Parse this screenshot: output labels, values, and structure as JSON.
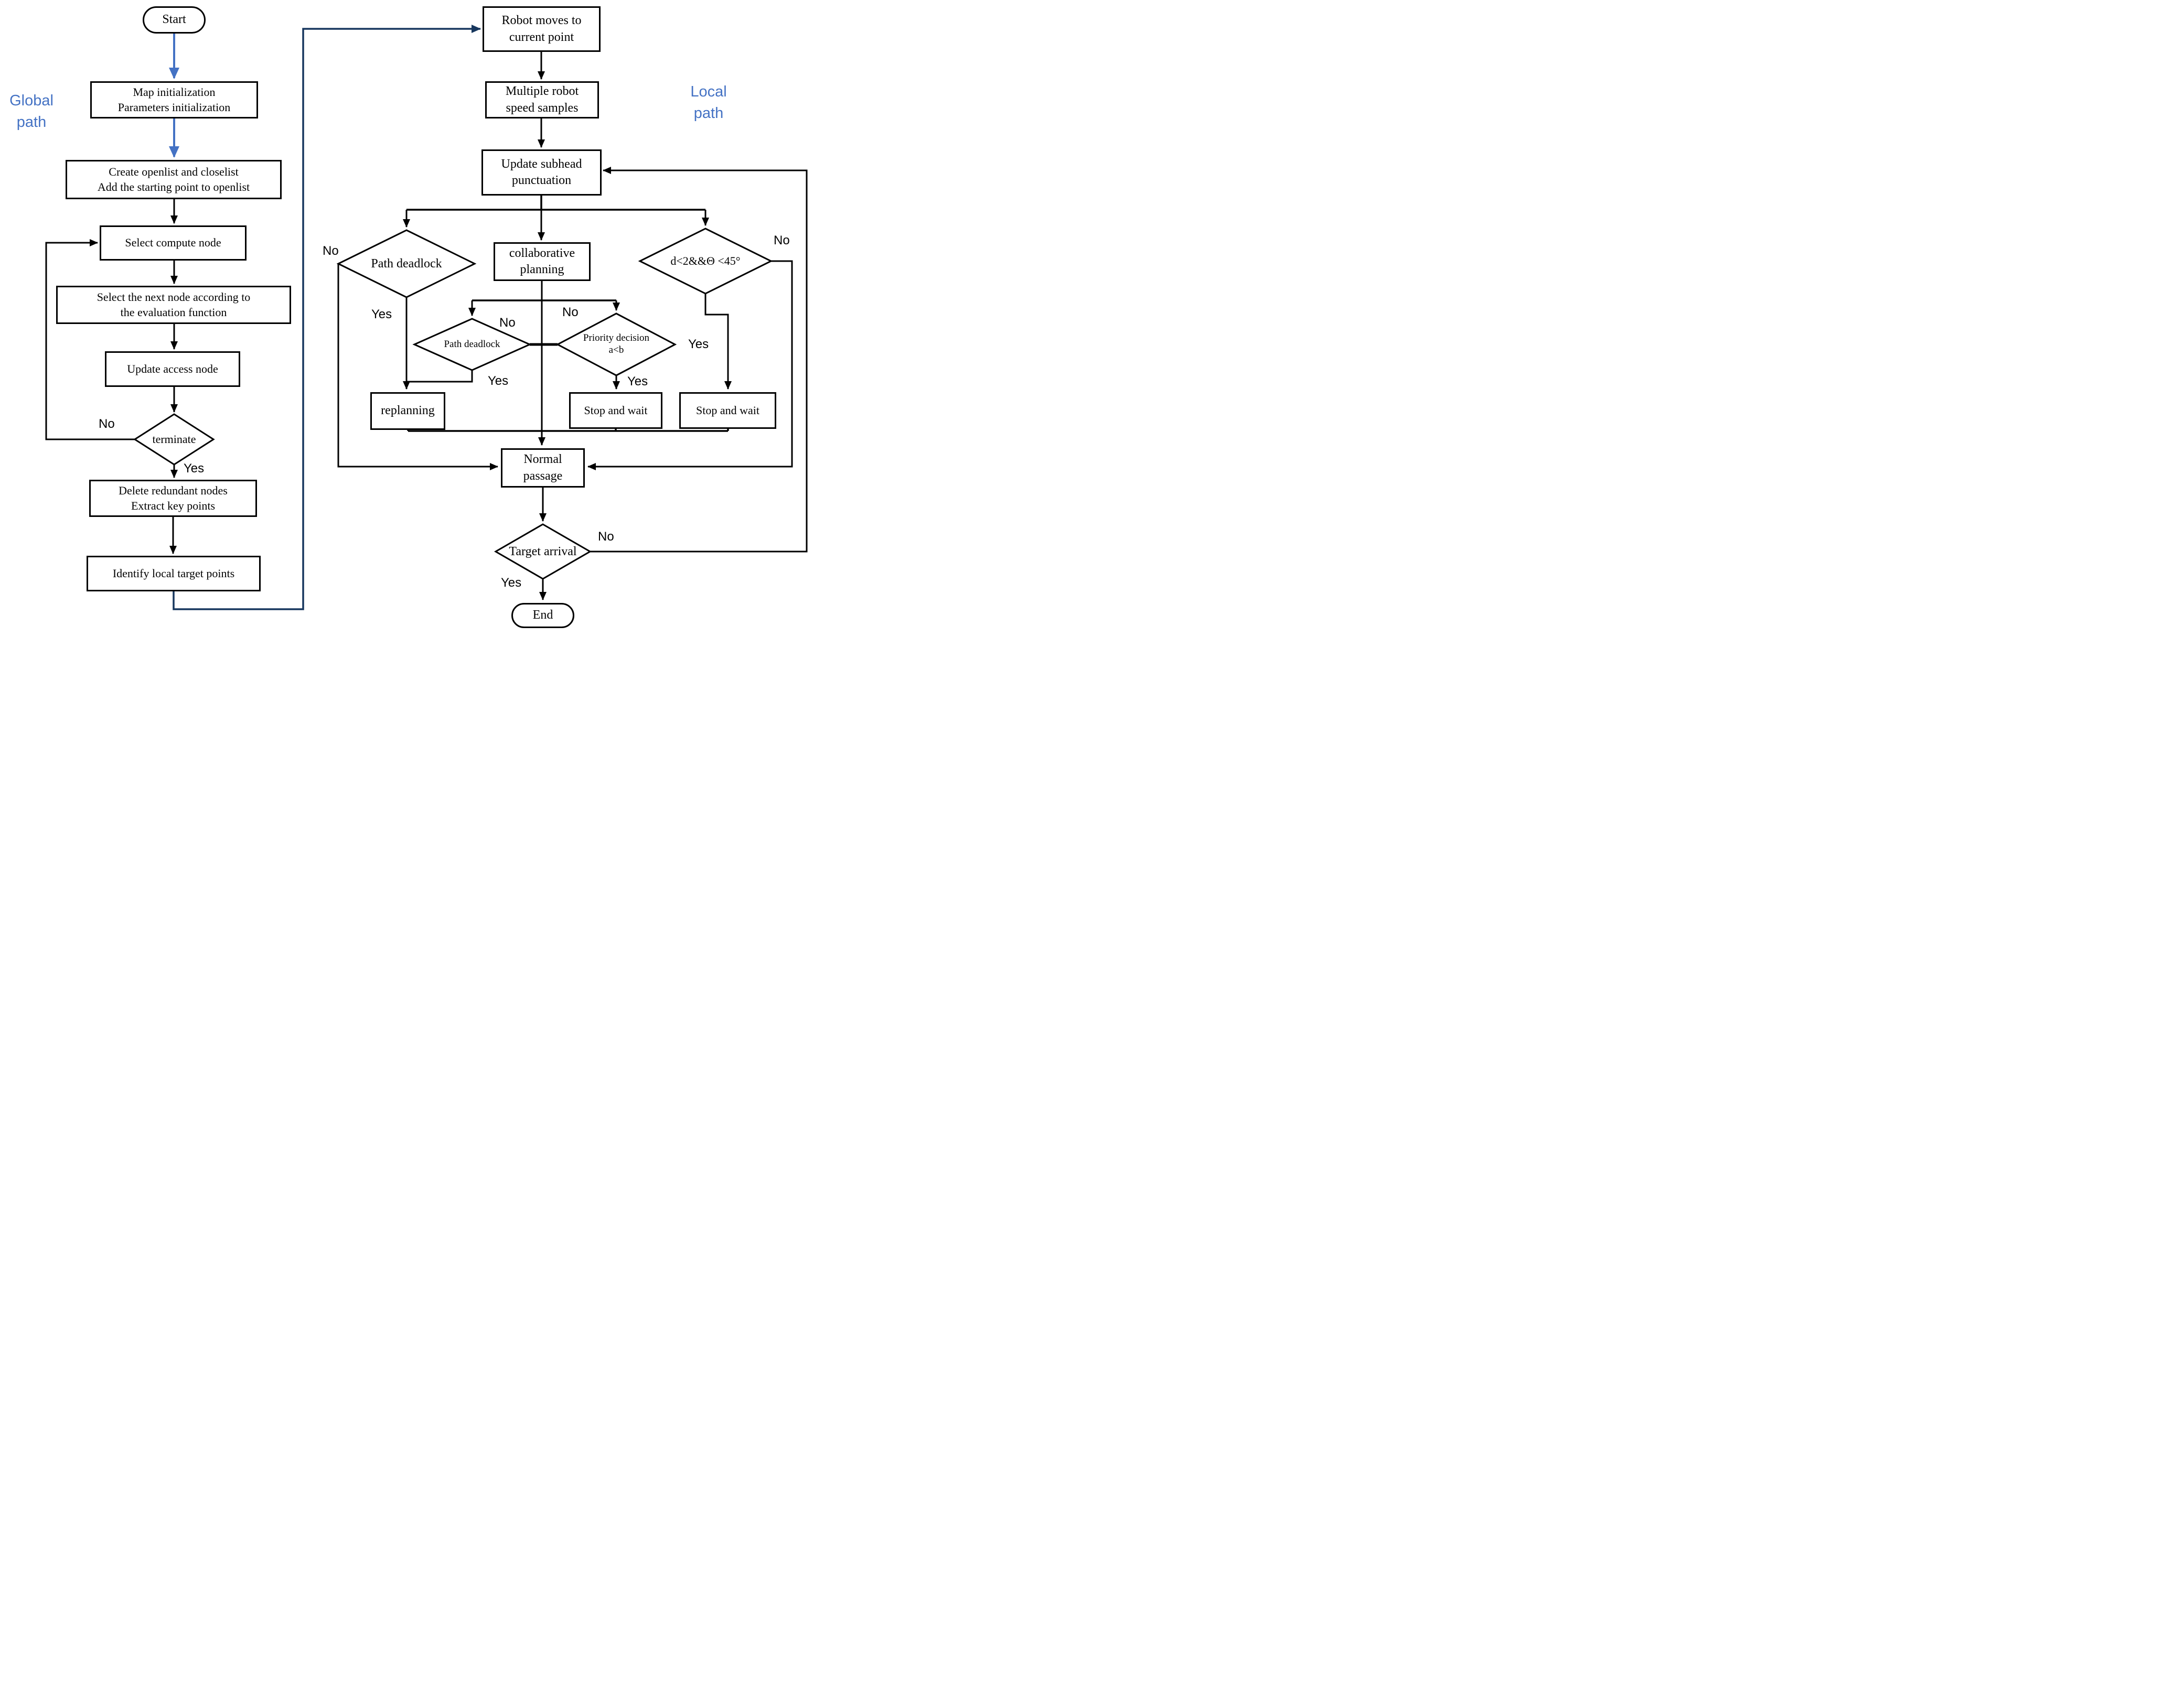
{
  "banners": {
    "global": {
      "line1": "Global",
      "line2": "path"
    },
    "local": {
      "line1": "Local",
      "line2": "path"
    }
  },
  "nodes": {
    "start": {
      "label": "Start"
    },
    "map_init": {
      "line1": "Map initialization",
      "line2": "Parameters initialization"
    },
    "create_openlist": {
      "line1": "Create openlist and closelist",
      "line2": "Add the starting point to openlist"
    },
    "select_compute": {
      "label": "Select compute node"
    },
    "select_next": {
      "line1": "Select the next node according to",
      "line2": "the evaluation function"
    },
    "update_access": {
      "label": "Update access node"
    },
    "terminate": {
      "label": "terminate"
    },
    "delete_redundant": {
      "line1": "Delete redundant nodes",
      "line2": "Extract key points"
    },
    "identify_local": {
      "label": "Identify local target points"
    },
    "robot_moves": {
      "line1": "Robot moves to",
      "line2": "current point"
    },
    "multi_speed": {
      "line1": "Multiple robot",
      "line2": "speed samples"
    },
    "update_subhead": {
      "line1": "Update subhead",
      "line2": "punctuation"
    },
    "path_deadlock_main": {
      "label": "Path deadlock"
    },
    "collaborative": {
      "line1": "collaborative",
      "line2": "planning"
    },
    "distance_check": {
      "label": "d<2&&Θ <45°"
    },
    "path_deadlock_small": {
      "label": "Path deadlock"
    },
    "priority_decision": {
      "line1": "Priority decision",
      "line2": "a<b"
    },
    "replanning": {
      "label": "replanning"
    },
    "stop_wait_left": {
      "label": "Stop and wait"
    },
    "stop_wait_right": {
      "label": "Stop and wait"
    },
    "normal_passage": {
      "line1": "Normal",
      "line2": "passage"
    },
    "target_arrival": {
      "label": "Target arrival"
    },
    "end": {
      "label": "End"
    }
  },
  "edge_labels": {
    "terminate_no": "No",
    "terminate_yes": "Yes",
    "deadlock_main_no": "No",
    "deadlock_main_yes": "Yes",
    "deadlock_small_no": "No",
    "deadlock_small_yes": "Yes",
    "priority_no": "No",
    "priority_yes": "Yes",
    "distance_no": "No",
    "distance_yes": "Yes",
    "target_no": "No",
    "target_yes": "Yes"
  },
  "colors": {
    "flow_blue": "#4472C4",
    "flow_navy": "#17375E",
    "line": "#000000"
  }
}
